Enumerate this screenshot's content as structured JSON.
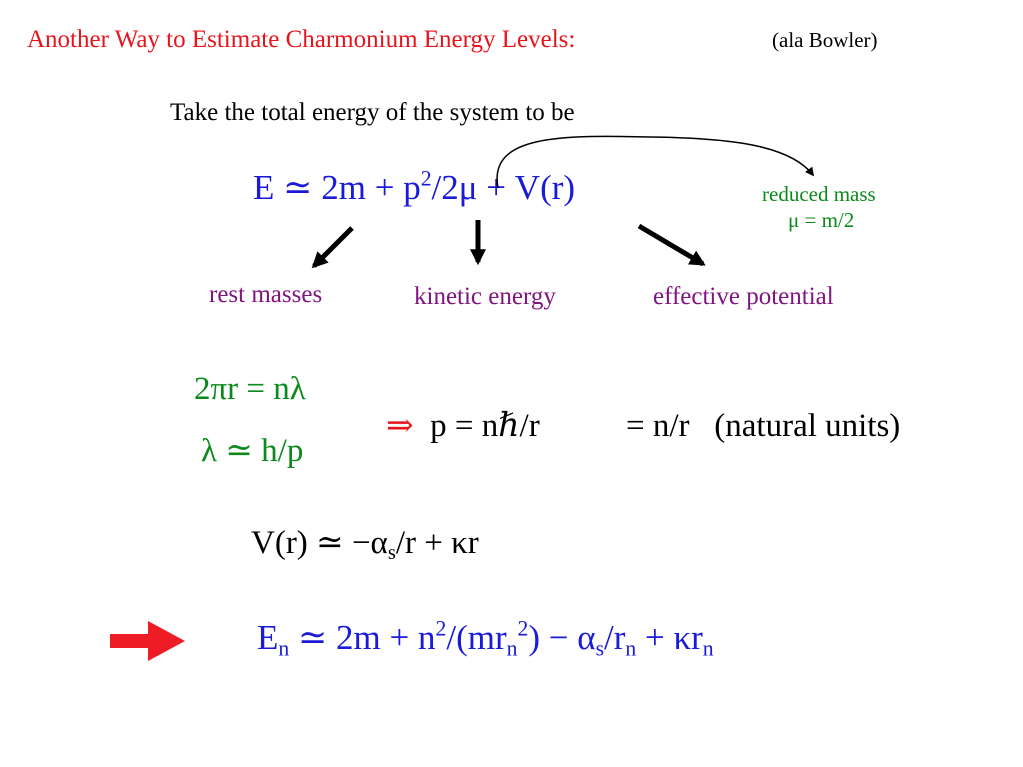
{
  "colors": {
    "title": "#e8141c",
    "subtitle": "#000000",
    "formula": "#1a1ad8",
    "note": "#0a8a1a",
    "label": "#80157f",
    "arrow": "#000000",
    "highlight_arrow": "#ee1c24"
  },
  "slide": {
    "title": "Another Way to Estimate Charmonium Energy Levels:",
    "subtitle": "(ala Bowler)",
    "intro": "Take the total energy of the system to be"
  },
  "energy_eq": {
    "lhs": "E",
    "approx": "≃",
    "t1": "2m",
    "plus1": "+",
    "p": "p",
    "p_exp": "2",
    "div": "/2μ",
    "plus2": "+",
    "v": "V(r)"
  },
  "reduced_mass": {
    "label": "reduced mass",
    "value": "μ = m/2"
  },
  "labels": {
    "rest": "rest masses",
    "kinetic": "kinetic energy",
    "effective": "effective potential"
  },
  "quantization": {
    "bohr": "2πr = nλ",
    "debroglie": "λ ≃ h/p",
    "implies": "⇒",
    "momentum": "p = nℏ/r",
    "natural": "= n/r   (natural units)"
  },
  "potential_eq": {
    "a": "V(r) ≃ −α",
    "sub": "s",
    "b": "/r + κr"
  },
  "final_eq": {
    "e": "E",
    "e_sub": "n",
    "mid1": " ≃ 2m + n",
    "n_exp": "2",
    "mid2": "/(mr",
    "r_sub": "n",
    "r_exp": "2",
    "mid3": ") − α",
    "alpha_sub": "s",
    "mid4": "/r",
    "r2_sub": "n",
    "mid5": " + κr",
    "r3_sub": "n"
  }
}
